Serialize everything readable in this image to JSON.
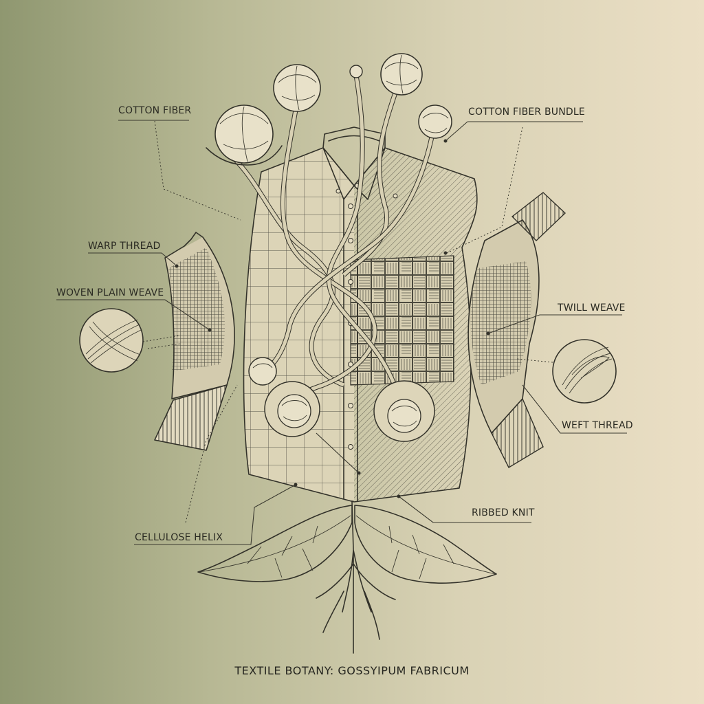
{
  "title": "TEXTILE BOTANY: GOSSYIPUM FABRICUM",
  "labels": {
    "cotton_fiber": "COTTON FIBER",
    "cotton_fiber_bundle": "COTTON FIBER BUNDLE",
    "warp_thread": "WARP THREAD",
    "woven_plain_weave": "WOVEN PLAIN WEAVE",
    "twill_weave": "TWILL WEAVE",
    "weft_thread": "WEFT THREAD",
    "ribbed_knit": "RIBBED KNIT",
    "cellulose_helix": "CELLULOSE HELIX"
  },
  "colors": {
    "ink": "#33322a",
    "paper_light": "#ebdfc5",
    "paper_dark": "#8f9770"
  }
}
